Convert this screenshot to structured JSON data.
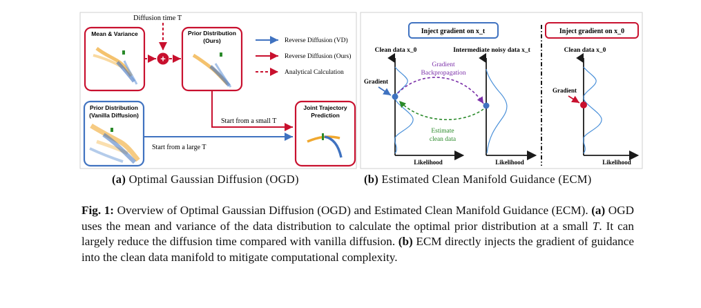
{
  "ogd": {
    "diffusion_time_label": "Diffusion time T",
    "box_mean_variance": "Mean & Variance",
    "box_prior_ours_l1": "Prior Distribution",
    "box_prior_ours_l2": "(Ours)",
    "box_prior_vanilla_l1": "Prior Distribution",
    "box_prior_vanilla_l2": "(Vanilla Diffusion)",
    "box_joint_l1": "Joint Trajectory",
    "box_joint_l2": "Prediction",
    "legend_vd": "Reverse Diffusion (VD)",
    "legend_ours": "Reverse Diffusion (Ours)",
    "legend_analytical": "Analytical Calculation",
    "start_small": "Start from a small T",
    "start_large": "Start from a large T"
  },
  "ecm": {
    "inject_xt": "Inject gradient on x_t",
    "inject_x0": "Inject gradient on x_0",
    "clean_data_x0": "Clean data x_0",
    "intermediate_xt": "Intermediate noisy data x_t",
    "clean_data_x0_right": "Clean data x_0",
    "gradient_left": "Gradient",
    "gradient_right": "Gradient",
    "backprop_l1": "Gradient",
    "backprop_l2": "Backpropagation",
    "estimate_l1": "Estimate",
    "estimate_l2": "clean data",
    "likelihood_1": "Likelihood",
    "likelihood_2": "Likelihood",
    "likelihood_3": "Likelihood"
  },
  "subcaptions": {
    "a_label": "(a)",
    "a_text": "Optimal Gaussian Diffusion (OGD)",
    "b_label": "(b)",
    "b_text": "Estimated Clean Manifold Guidance (ECM)"
  },
  "caption": {
    "fig_label": "Fig. 1:",
    "text_1": "Overview of Optimal Gaussian Diffusion (OGD) and Estimated Clean Manifold Guidance (ECM).",
    "a_ref": "(a)",
    "text_2": "OGD uses the mean and variance of the data distribution to calculate the optimal prior distribution at a small",
    "t_var": "T",
    "text_3": ". It can largely reduce the diffusion time compared with vanilla diffusion.",
    "b_ref": "(b)",
    "text_4": "ECM directly injects the gradient of guidance into the clean data manifold to mitigate computational complexity."
  },
  "colors": {
    "red": "#c8102e",
    "blue": "#3f72c0",
    "orange": "#f0a830",
    "purple": "#7b2fa8",
    "green": "#2a8a2a",
    "axis": "#1a1a1a"
  }
}
